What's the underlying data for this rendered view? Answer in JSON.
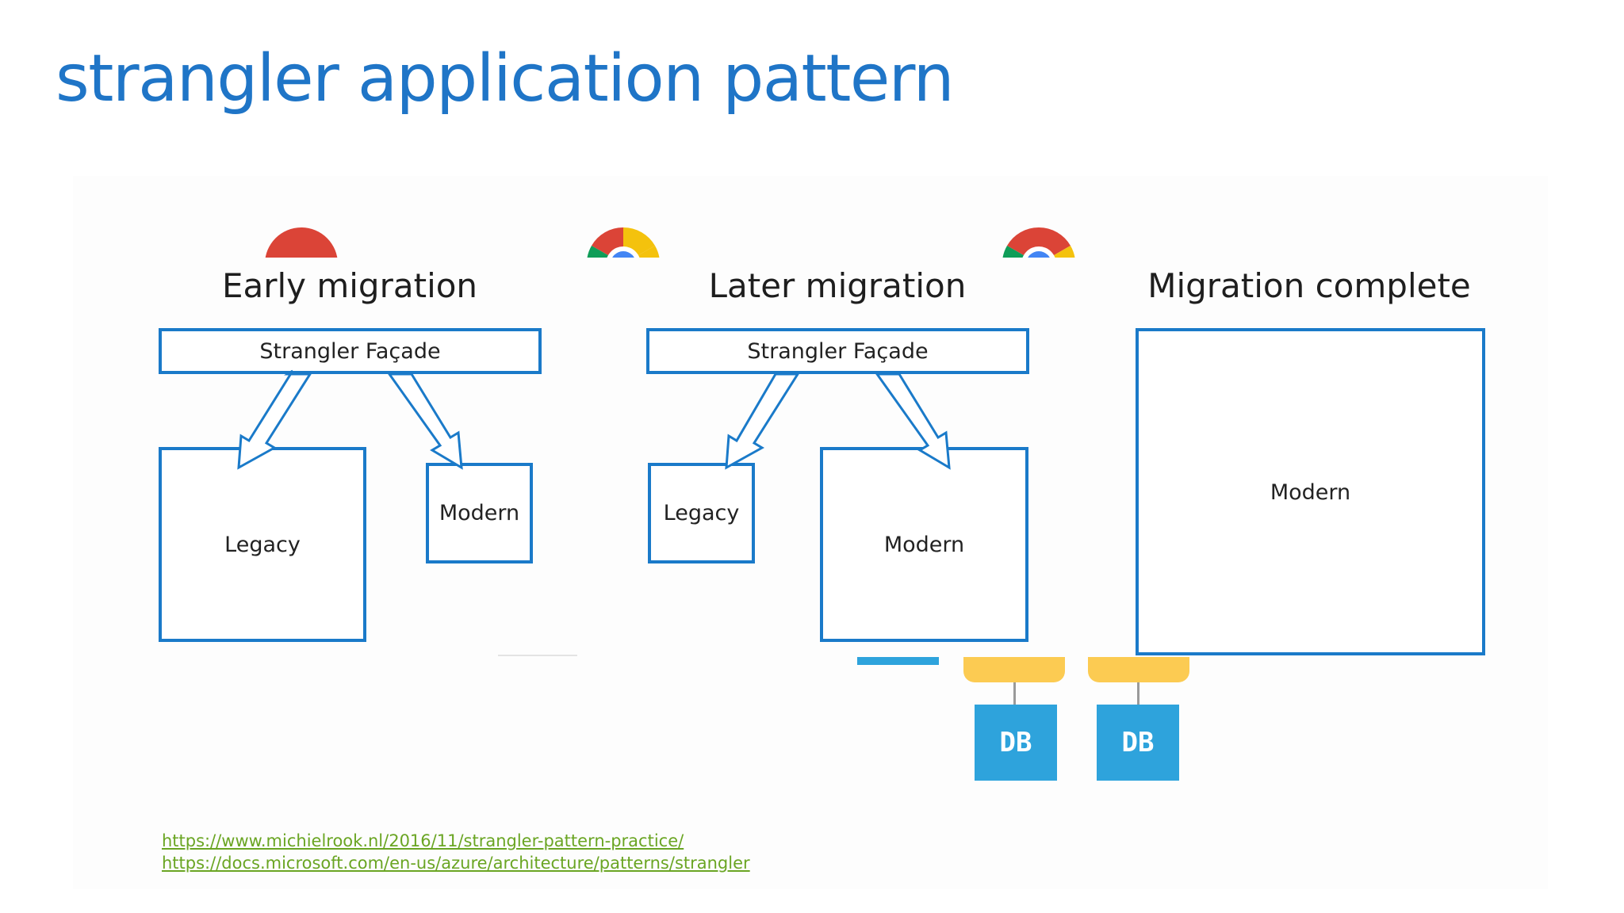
{
  "title": "strangler application pattern",
  "icons": [
    "chrome-browser-icon",
    "chrome-browser-icon",
    "chrome-browser-icon"
  ],
  "colors": {
    "title": "#1f75c7",
    "box_border": "#1a7ac9",
    "db": "#2ea3dc",
    "bucket": "#fccb52",
    "link": "#6aa523"
  },
  "stages": [
    {
      "heading": "Early migration",
      "facade": "Strangler Façade",
      "legacy": "Legacy",
      "modern": "Modern"
    },
    {
      "heading": "Later migration",
      "facade": "Strangler Façade",
      "legacy": "Legacy",
      "modern": "Modern"
    },
    {
      "heading": "Migration complete",
      "modern": "Modern"
    }
  ],
  "databases": [
    "DB",
    "DB"
  ],
  "links": [
    "https://www.michielrook.nl/2016/11/strangler-pattern-practice/",
    "https://docs.microsoft.com/en-us/azure/architecture/patterns/strangler"
  ]
}
